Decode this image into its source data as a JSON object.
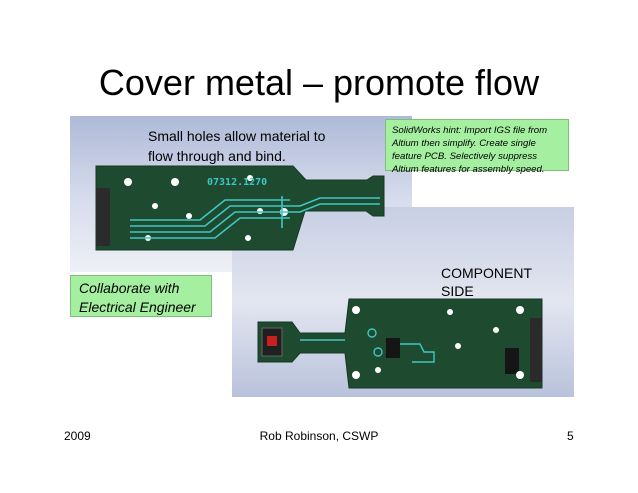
{
  "slide": {
    "title": "Cover metal – promote flow",
    "callout_holes": {
      "line1": "Small holes allow material to",
      "line2": "flow through and bind."
    },
    "hint": "SolidWorks hint: Import IGS file from Altium then simplify. Create single feature PCB. Selectively suppress Altium features for assembly speed.",
    "collab": {
      "line1": "Collaborate with",
      "line2": "Electrical Engineer"
    },
    "component_side": {
      "line1": "COMPONENT",
      "line2": "SIDE"
    },
    "board_marking": "07312.1270",
    "footer": {
      "year": "2009",
      "author": "Rob Robinson, CSWP",
      "page": "5"
    }
  },
  "colors": {
    "pcb_green": "#1e4a2f",
    "trace": "#3ec7c4",
    "callout_green": "#a5f0a0"
  }
}
